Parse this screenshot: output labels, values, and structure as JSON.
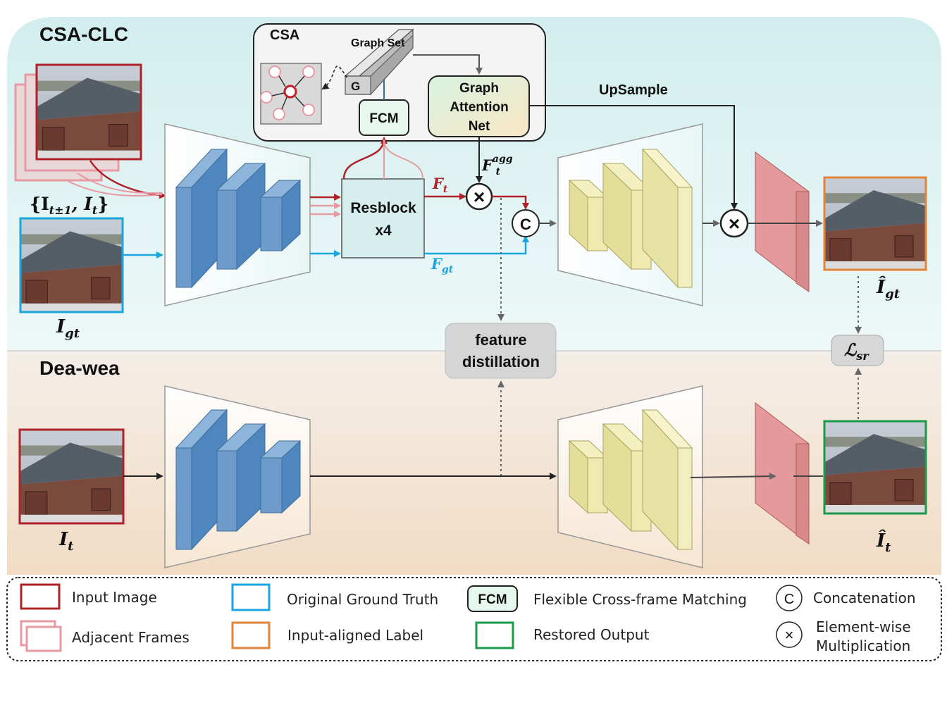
{
  "title_top": "CSA-CLC",
  "title_bottom": "Dea-wea",
  "csa": {
    "title": "CSA",
    "graph_set": "Graph Set",
    "g_label": "G",
    "fcm": "FCM",
    "gan_line1": "Graph",
    "gan_line2": "Attention",
    "gan_line3": "Net"
  },
  "upsample": "UpSample",
  "resblock_line1": "Resblock",
  "resblock_line2": "x4",
  "concat_symbol": "C",
  "mult_symbol": "×",
  "feature_distill_line1": "feature",
  "feature_distill_line2": "distillation",
  "math": {
    "F_t": "F",
    "F_t_sub": "t",
    "F_gt": "F",
    "F_gt_sub": "gt",
    "F_agg": "F",
    "F_agg_sup": "agg",
    "F_agg_sub": "t",
    "input_set": "{I",
    "input_set_sub1": "t±1",
    "input_set_mid": ", I",
    "input_set_sub2": "t",
    "input_set_end": "}",
    "I_gt": "I",
    "I_gt_sub": "gt",
    "I_hat_gt": "Î",
    "I_hat_gt_sub": "gt",
    "I_t": "I",
    "I_t_sub": "t",
    "I_hat_t": "Î",
    "I_hat_t_sub": "t",
    "loss": "ℒ",
    "loss_sub": "sr"
  },
  "legend": {
    "input_image": "Input Image",
    "adjacent_frames": "Adjacent Frames",
    "original_gt": "Original Ground Truth",
    "input_aligned": "Input-aligned Label",
    "fcm_box": "FCM",
    "fcm_desc": "Flexible Cross-frame Matching",
    "restored": "Restored Output",
    "concat_icon": "C",
    "concat": "Concatenation",
    "mult_icon": "×",
    "mult_line1": "Element-wise",
    "mult_line2": "Multiplication"
  },
  "colors": {
    "input_red": "#b0222a",
    "adjacent_pink": "#e89aa2",
    "gt_blue": "#1aa6dc",
    "aligned_orange": "#e0843a",
    "restored_green": "#1a9a4a"
  }
}
